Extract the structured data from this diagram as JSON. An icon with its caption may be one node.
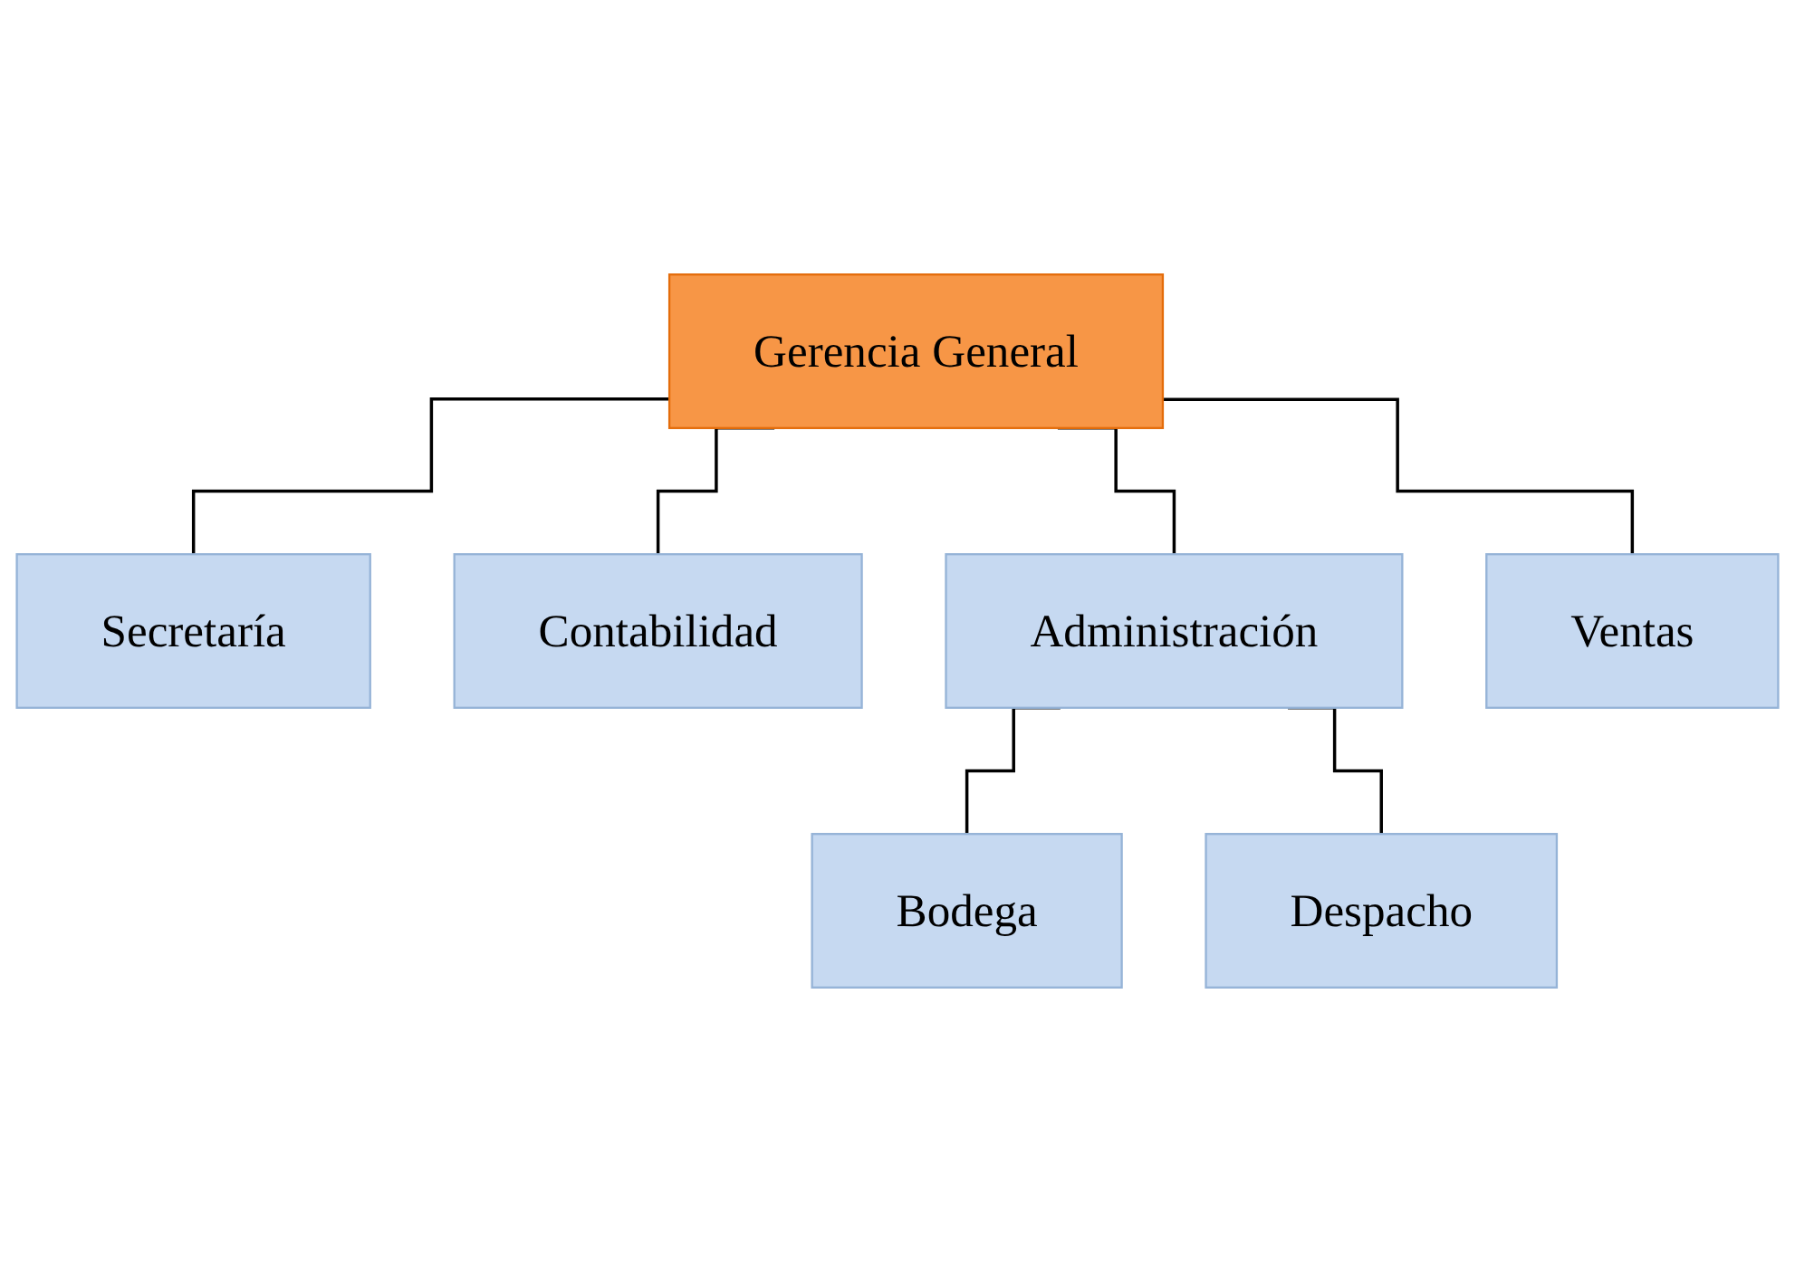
{
  "diagram": {
    "nodes": [
      {
        "text": [
          "Gerencia General"
        ]
      },
      {
        "text": [
          "Secretaría"
        ]
      },
      {
        "text": [
          "Contabilidad"
        ]
      },
      {
        "text": [
          "Administración"
        ]
      },
      {
        "text": [
          "Ventas"
        ]
      },
      {
        "text": [
          "Bodega"
        ]
      },
      {
        "text": [
          "Despacho"
        ]
      }
    ],
    "edges": [
      {
        "from": 0,
        "to": 1,
        "arrow": "none"
      },
      {
        "from": 0,
        "to": 2,
        "arrow": "none"
      },
      {
        "from": 0,
        "to": 3,
        "arrow": "none"
      },
      {
        "from": 0,
        "to": 4,
        "arrow": "none"
      },
      {
        "from": 3,
        "to": 5,
        "arrow": "none"
      },
      {
        "from": 3,
        "to": 6,
        "arrow": "none"
      }
    ]
  }
}
